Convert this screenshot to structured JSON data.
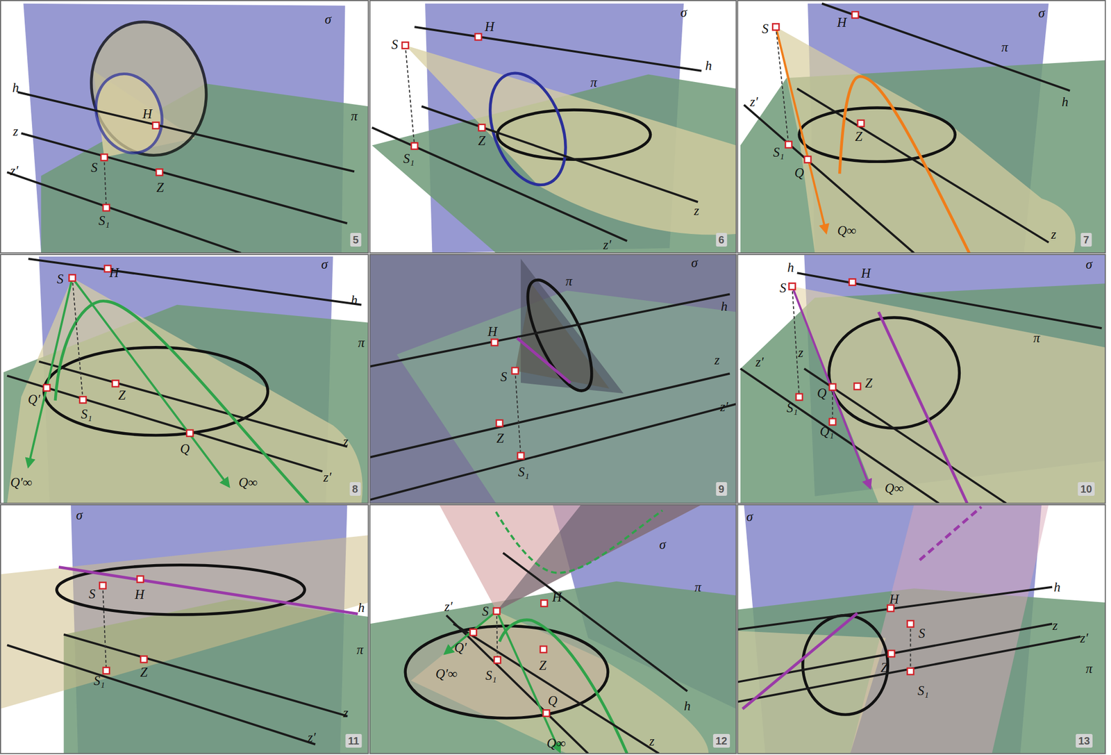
{
  "diagram": {
    "labels": [
      "σ",
      "h",
      "z",
      "z′",
      "H",
      "π",
      "S",
      "Z",
      "S₁",
      "5",
      "S",
      "H",
      "σ",
      "h",
      "π",
      "Z",
      "S₁",
      "z",
      "z′",
      "6",
      "S",
      "H",
      "σ",
      "π",
      "h",
      "z′",
      "S₁",
      "Z",
      "Q",
      "Q∞",
      "z",
      "7",
      "S",
      "H",
      "σ",
      "h",
      "π",
      "Q′",
      "Z",
      "S₁",
      "Q",
      "z",
      "z′",
      "Q′∞",
      "Q∞",
      "8",
      "π",
      "σ",
      "h",
      "H",
      "S",
      "z",
      "Z",
      "z′",
      "S₁",
      "9",
      "h",
      "H",
      "σ",
      "S",
      "z′",
      "z",
      "π",
      "Q",
      "Z",
      "S₁",
      "Q₁",
      "Q∞",
      "10",
      "σ",
      "S",
      "H",
      "h",
      "π",
      "S₁",
      "Z",
      "z",
      "z′",
      "11",
      "σ",
      "H",
      "S",
      "z′",
      "π",
      "Q′",
      "Z",
      "S₁",
      "Q′∞",
      "Q",
      "h",
      "z",
      "Q∞",
      "12",
      "σ",
      "H",
      "h",
      "S",
      "z",
      "Z",
      "z′",
      "S₁",
      "π",
      "13"
    ]
  }
}
